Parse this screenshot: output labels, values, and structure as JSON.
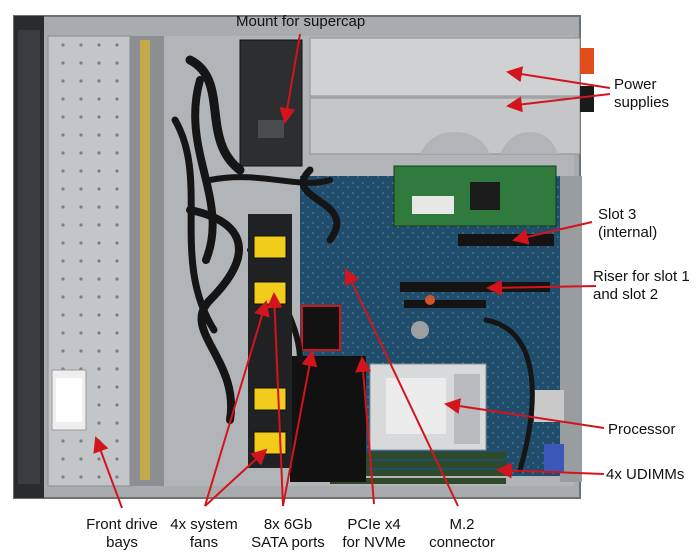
{
  "labels": {
    "supercap": "Mount for supercap",
    "power_1": "Power",
    "power_2": "supplies",
    "slot3_1": "Slot 3",
    "slot3_2": "(internal)",
    "riser_1": "Riser for slot 1",
    "riser_2": "and slot 2",
    "processor": "Processor",
    "udimms": "4x UDIMMs",
    "front_1": "Front drive",
    "front_2": "bays",
    "fans_1": "4x system",
    "fans_2": "fans",
    "sata_1": "8x 6Gb",
    "sata_2": "SATA ports",
    "pcie_1": "PCIe x4",
    "pcie_2": "for NVMe",
    "m2_1": "M.2",
    "m2_2": "connector"
  },
  "colors": {
    "arrow": "#d4141c",
    "board": "#1f4d6b",
    "chassis": "#b9bcbf",
    "cables": "#151515",
    "psu": "#c9cbcd",
    "ram": "#2e4a2a",
    "heatsink": "#d6d7d8"
  }
}
